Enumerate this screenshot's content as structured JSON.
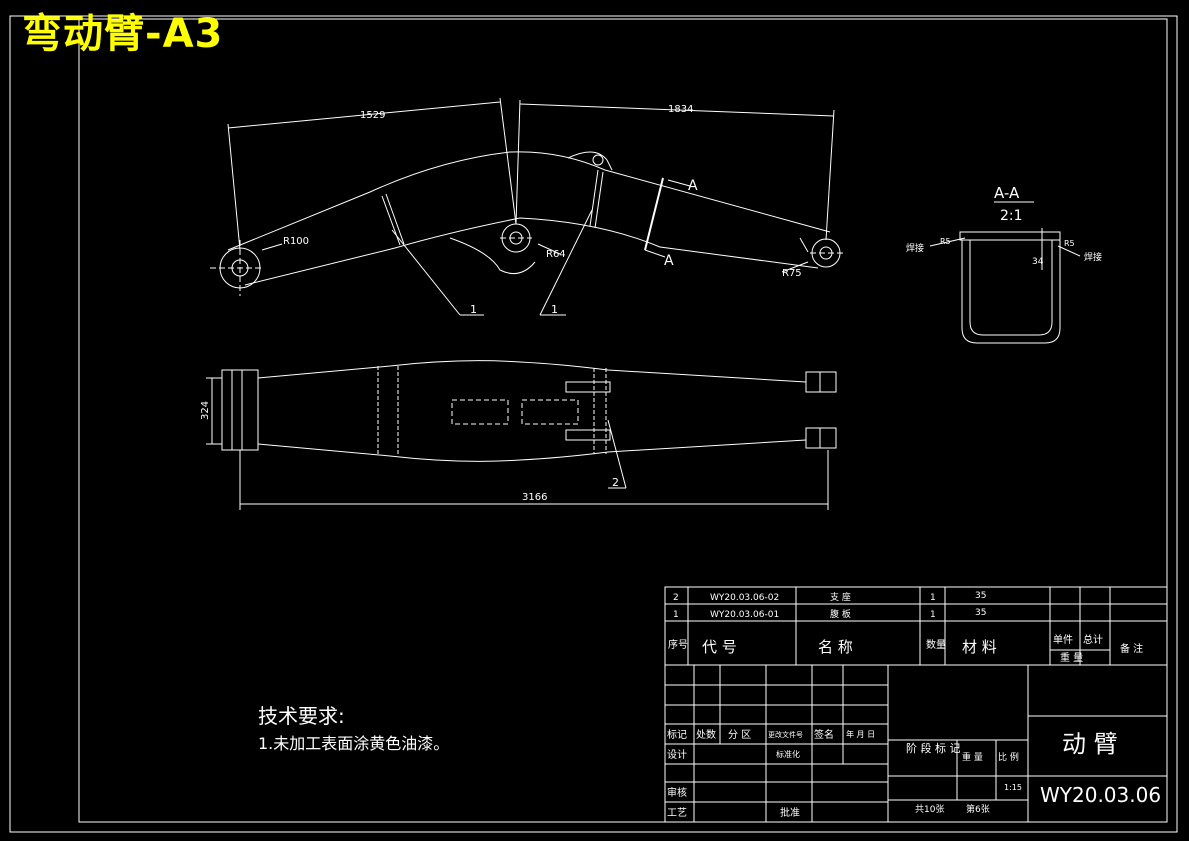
{
  "title": "弯动臂-A3",
  "dims": {
    "d1529": "1529",
    "d1834": "1834",
    "r100": "R100",
    "r64": "R64",
    "r75": "R75",
    "d324": "324",
    "d3166": "3166",
    "d34": "34"
  },
  "section": {
    "label_a": "A",
    "title": "A-A",
    "scale": "2:1",
    "weld_left": "焊接",
    "weld_right": "焊接",
    "r5_left": "R5",
    "r5_right": "R5"
  },
  "balloons": {
    "b1a": "1",
    "b1b": "1",
    "b2": "2"
  },
  "tech_req": {
    "title": "技术要求:",
    "item1": "1.未加工表面涂黄色油漆。"
  },
  "bom": {
    "rows": [
      {
        "seq": "2",
        "code": "WY20.03.06-02",
        "name": "支  座",
        "qty": "1",
        "material": "35"
      },
      {
        "seq": "1",
        "code": "WY20.03.06-01",
        "name": "腹  板",
        "qty": "1",
        "material": "35"
      }
    ],
    "header": {
      "seq": "序号",
      "code": "代     号",
      "name": "名          称",
      "qty": "数量",
      "material": "材      料",
      "unit_weight": "单件",
      "total_weight": "总计",
      "weight": "重    量",
      "remark": "备  注"
    }
  },
  "titleblock": {
    "mark": "标记",
    "count": "处数",
    "zone": "分  区",
    "docno": "更改文件号",
    "sign": "签名",
    "date": "年  月  日",
    "design": "设计",
    "standard": "标准化",
    "stage": "阶  段  标  记",
    "weight": "重  量",
    "scale": "比  例",
    "scale_value": "1:15",
    "check": "审核",
    "process": "工艺",
    "approve": "批准",
    "sheets": "共10张",
    "sheet_no": "第6张",
    "part_name": "动  臂",
    "drawing_no": "WY20.03.06"
  }
}
